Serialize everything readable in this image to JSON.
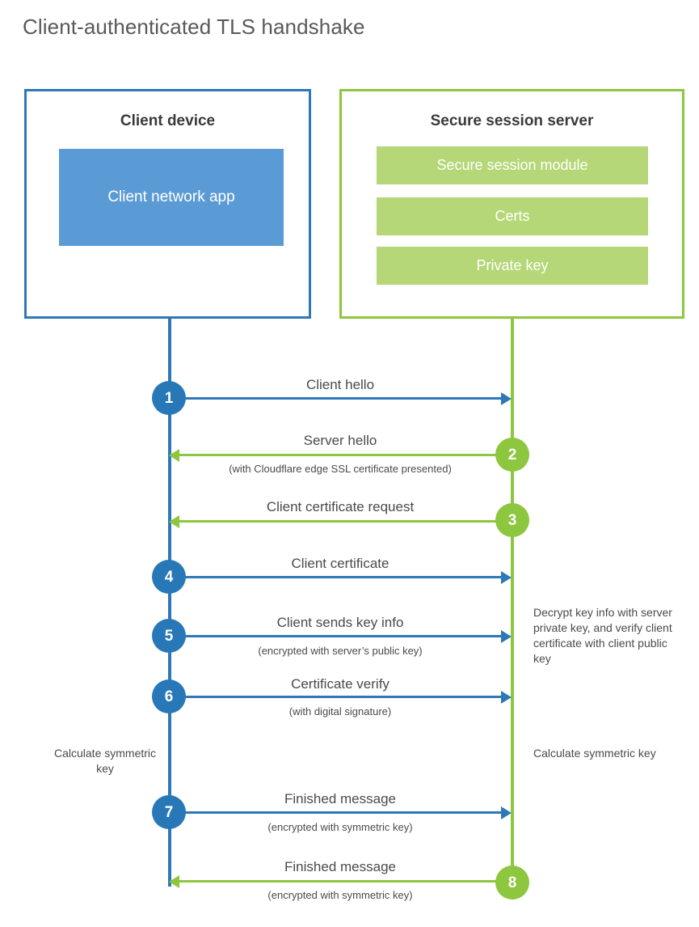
{
  "title": "Client-authenticated TLS handshake",
  "parties": {
    "client": {
      "title": "Client device",
      "app_label": "Client network app",
      "border_color": "#2e78b8",
      "app_fill": "#5b9bd5"
    },
    "server": {
      "title": "Secure session server",
      "border_color": "#8dc63f",
      "bar_fill": "#b5d777",
      "items": [
        {
          "label": "Secure session module"
        },
        {
          "label": "Certs"
        },
        {
          "label": "Private key"
        }
      ]
    }
  },
  "steps": [
    {
      "number": "1",
      "label": "Client hello",
      "sub": "",
      "direction": "client-to-server",
      "color": "#2878b8"
    },
    {
      "number": "2",
      "label": "Server hello",
      "sub": "(with Cloudflare edge SSL certificate presented)",
      "direction": "server-to-client",
      "color": "#8dc63f"
    },
    {
      "number": "3",
      "label": "Client certificate request",
      "sub": "",
      "direction": "server-to-client",
      "color": "#8dc63f"
    },
    {
      "number": "4",
      "label": "Client certificate",
      "sub": "",
      "direction": "client-to-server",
      "color": "#2878b8"
    },
    {
      "number": "5",
      "label": "Client sends key info",
      "sub": "(encrypted with server’s public key)",
      "direction": "client-to-server",
      "color": "#2878b8"
    },
    {
      "number": "6",
      "label": "Certificate verify",
      "sub": "(with digital signature)",
      "direction": "client-to-server",
      "color": "#2878b8"
    },
    {
      "number": "7",
      "label": "Finished message",
      "sub": "(encrypted with symmetric key)",
      "direction": "client-to-server",
      "color": "#2878b8"
    },
    {
      "number": "8",
      "label": "Finished message",
      "sub": "(encrypted with symmetric key)",
      "direction": "server-to-client",
      "color": "#8dc63f"
    }
  ],
  "notes": {
    "server_decrypt": "Decrypt key info with server private key, and verify client certificate with client public key",
    "client_calculate": "Calculate symmetric key",
    "server_calculate": "Calculate symmetric key"
  }
}
